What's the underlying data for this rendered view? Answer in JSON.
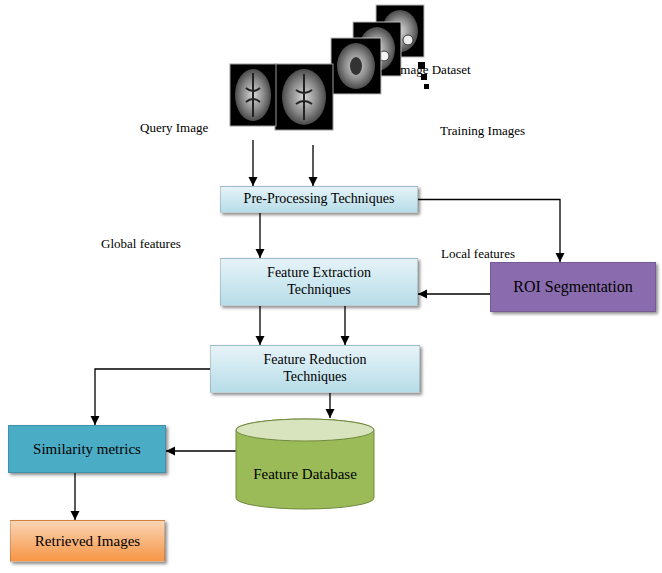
{
  "diagram": {
    "nodes": [
      {
        "text": [
          "Query Image"
        ]
      },
      {
        "text": [
          "Image Dataset",
          "Training Images"
        ]
      },
      {
        "text": [
          "Pre-Processing Techniques"
        ]
      },
      {
        "text": [
          "Feature Extraction Techniques"
        ]
      },
      {
        "text": [
          "ROI Segmentation"
        ]
      },
      {
        "text": [
          "Feature Reduction Techniques"
        ]
      },
      {
        "text": [
          "Similarity metrics"
        ]
      },
      {
        "text": [
          "Feature Database"
        ]
      },
      {
        "text": [
          "Retrieved Images"
        ]
      }
    ],
    "edges": [
      {
        "from": 0,
        "to": 2,
        "arrow": "to"
      },
      {
        "from": 1,
        "to": 2,
        "arrow": "to"
      },
      {
        "from": 2,
        "to": 3,
        "arrow": "to"
      },
      {
        "from": 2,
        "to": 4,
        "arrow": "to"
      },
      {
        "from": 4,
        "to": 3,
        "arrow": "to"
      },
      {
        "from": 3,
        "to": 5,
        "arrow": "to"
      },
      {
        "from": 3,
        "to": 5,
        "arrow": "to"
      },
      {
        "from": 5,
        "to": 6,
        "arrow": "to"
      },
      {
        "from": 5,
        "to": 7,
        "arrow": "to"
      },
      {
        "from": 7,
        "to": 6,
        "arrow": "to"
      },
      {
        "from": 6,
        "to": 8,
        "arrow": "to"
      }
    ],
    "labels": [
      "Global features",
      "Local features"
    ]
  }
}
